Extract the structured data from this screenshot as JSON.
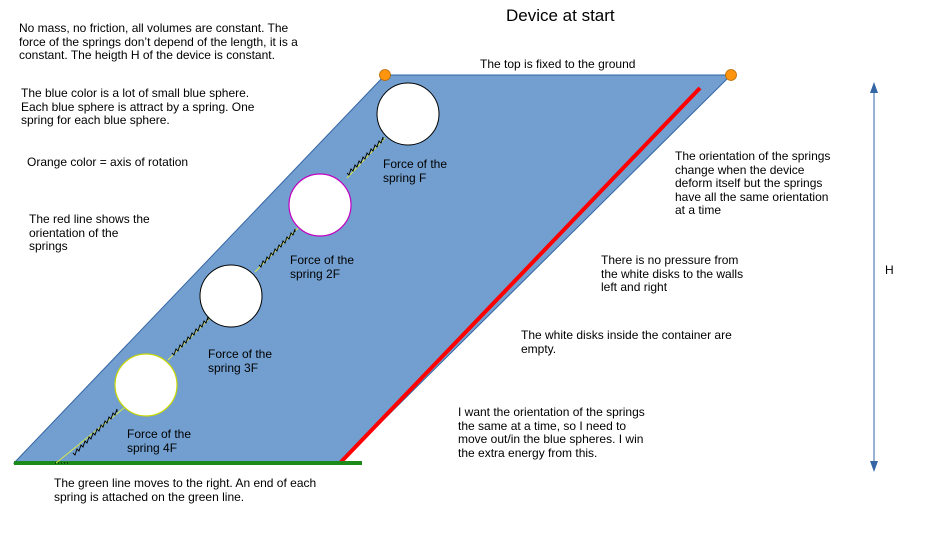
{
  "title": "Device at start",
  "colors": {
    "container_fill": "#729fcf",
    "container_stroke": "#3465a4",
    "spring_line": "#ff0000",
    "ground_line": "#1b8a1b",
    "pivot": "#ff950e",
    "disk_fill": "#ffffff",
    "arrow": "#3465a4",
    "spring_coil": "#000000"
  },
  "notes": {
    "intro": "No mass, no friction, all volumes are constant. The\nforce of the springs don’t depend of the length, it is a\nconstant. The heigth H of the device is constant.",
    "blue": "The blue color is a lot of small blue sphere.\nEach blue sphere is attract by a spring. One\nspring for each blue sphere.",
    "orange": "Orange color = axis of rotation",
    "red": "The red line shows the\norientation of the\nsprings",
    "top_fixed": "The top is fixed to the ground",
    "orientation_change": "The orientation of the springs\nchange when the device\ndeform itself but the springs\nhave all the same orientation\nat a time",
    "no_pressure": "There is no pressure from\nthe white disks to the walls\nleft and right",
    "disks_empty": "The white disks inside the container are\nempty.",
    "want": "I want the orientation of the springs\nthe same at a time, so I need to\nmove out/in the blue spheres. I win\nthe extra energy from this.",
    "green": "The green line moves to the right. An end of each\nspring is attached on the green line.",
    "height_label": "H"
  },
  "springs": [
    {
      "label": "Force of the\nspring F"
    },
    {
      "label": "Force of the\nspring 2F"
    },
    {
      "label": "Force of the\nspring 3F"
    },
    {
      "label": "Force of the\nspring 4F"
    }
  ]
}
